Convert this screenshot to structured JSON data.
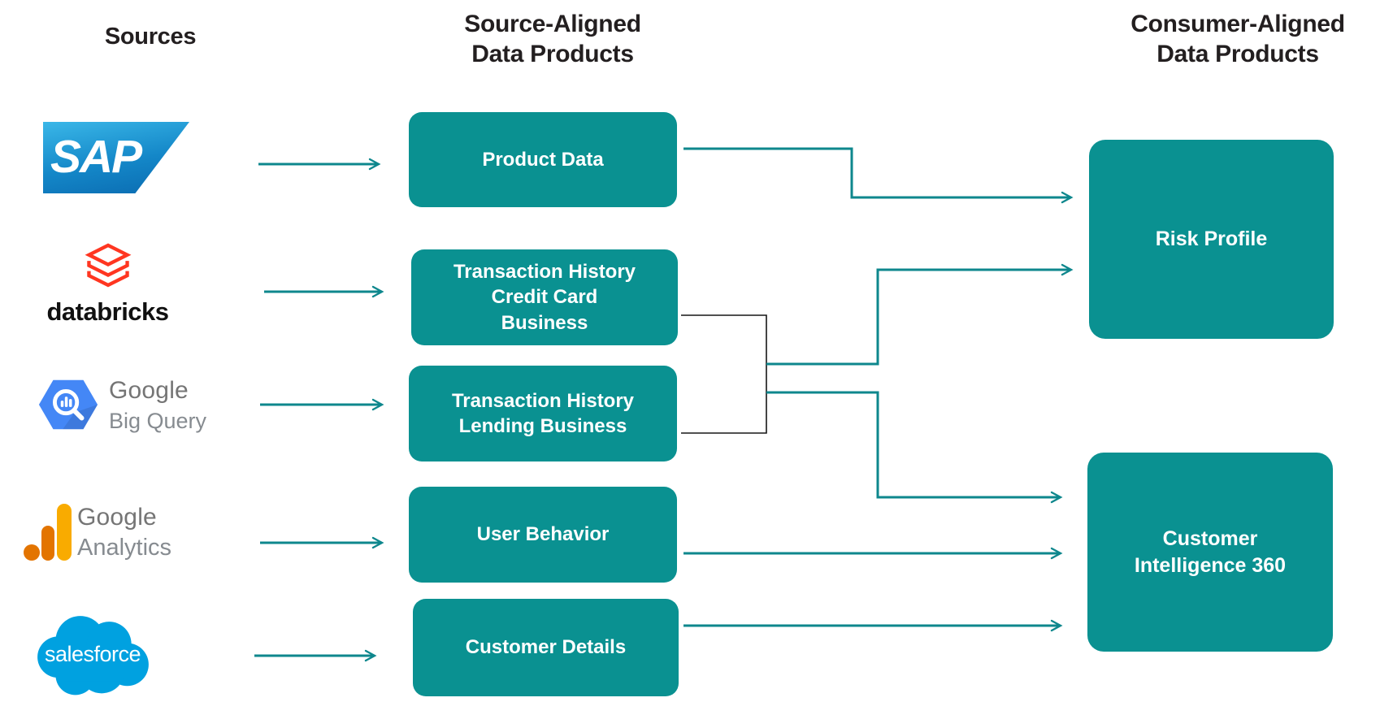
{
  "headers": {
    "sources": "Sources",
    "source_aligned": "Source-Aligned\nData Products",
    "consumer_aligned": "Consumer-Aligned\nData Products"
  },
  "source_logos": {
    "sap": {
      "text": "SAP"
    },
    "databricks": {
      "text": "databricks"
    },
    "bigquery": {
      "brand": "Google",
      "product": "Big Query"
    },
    "analytics": {
      "brand": "Google",
      "product": "Analytics"
    },
    "salesforce": {
      "text": "salesforce"
    }
  },
  "source_products": [
    {
      "label": "Product Data"
    },
    {
      "label": "Transaction History\nCredit Card\nBusiness"
    },
    {
      "label": "Transaction History\nLending Business"
    },
    {
      "label": "User Behavior"
    },
    {
      "label": "Customer Details"
    }
  ],
  "consumer_products": [
    {
      "label": "Risk Profile"
    },
    {
      "label": "Customer\nIntelligence 360"
    }
  ],
  "colors": {
    "box_teal": "#0a9191",
    "arrow_teal": "#0e878d",
    "connector_black": "#161616",
    "heading_ink": "#231f20",
    "databricks_red": "#ff3621",
    "bigquery_blue": "#4487f6",
    "ga_amber": "#f9ab00",
    "ga_orange": "#e37400",
    "salesforce_blue": "#00a1e0",
    "sap_blue_top": "#3ab7e8",
    "sap_blue_bottom": "#0a6ab0",
    "google_gray": "#757575"
  }
}
